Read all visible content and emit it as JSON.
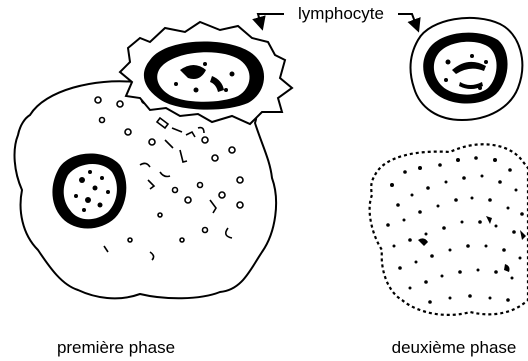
{
  "labels": {
    "lymphocyte": "lymphocyte",
    "phase_one": "première phase",
    "phase_two": "deuxième phase"
  },
  "colors": {
    "ink": "#000000",
    "paper": "#ffffff"
  }
}
